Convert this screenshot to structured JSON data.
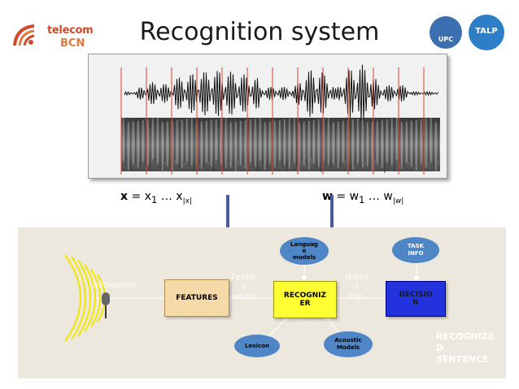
{
  "slide": {
    "title": "Recognition system"
  },
  "logos": {
    "left_line1": "telecom",
    "left_line2": "BCN",
    "upc": "UPC",
    "talp": "TALP"
  },
  "equations": {
    "x": {
      "bold": "x",
      "text": " = x",
      "sub1": "1",
      "dots": " … x",
      "sub2": "|x|"
    },
    "w": {
      "bold": "w",
      "text": " = w",
      "sub1": "1",
      "dots": " … w",
      "sub2": "|w|"
    }
  },
  "diagram": {
    "microphone_label": "microphon",
    "features_box": "FEATURES",
    "feature_vector_label": [
      "Featur",
      "e",
      "vector"
    ],
    "recognizer_box": [
      "RECOGNIZ",
      "ER"
    ],
    "nbest_label": [
      "N-bes",
      "t",
      "Hip."
    ],
    "decision_box": [
      "DECISIO",
      "N"
    ],
    "language_models": [
      "Languag",
      "e",
      "models"
    ],
    "task_info": [
      "TASK",
      "INFO"
    ],
    "lexicon": "Lexicon",
    "acoustic_models": [
      "Acoustic",
      "Models"
    ],
    "recognized_sentence": [
      "RECOGNIZE",
      "D",
      "SENTENCE"
    ]
  },
  "colors": {
    "features_box": "#f5d9a6",
    "recognizer_box": "#ffff33",
    "decision_box": "#2233dd",
    "ellipse": "#4f86c6",
    "arrow": "#4a5a9a",
    "frame_line": "#d9442a"
  }
}
